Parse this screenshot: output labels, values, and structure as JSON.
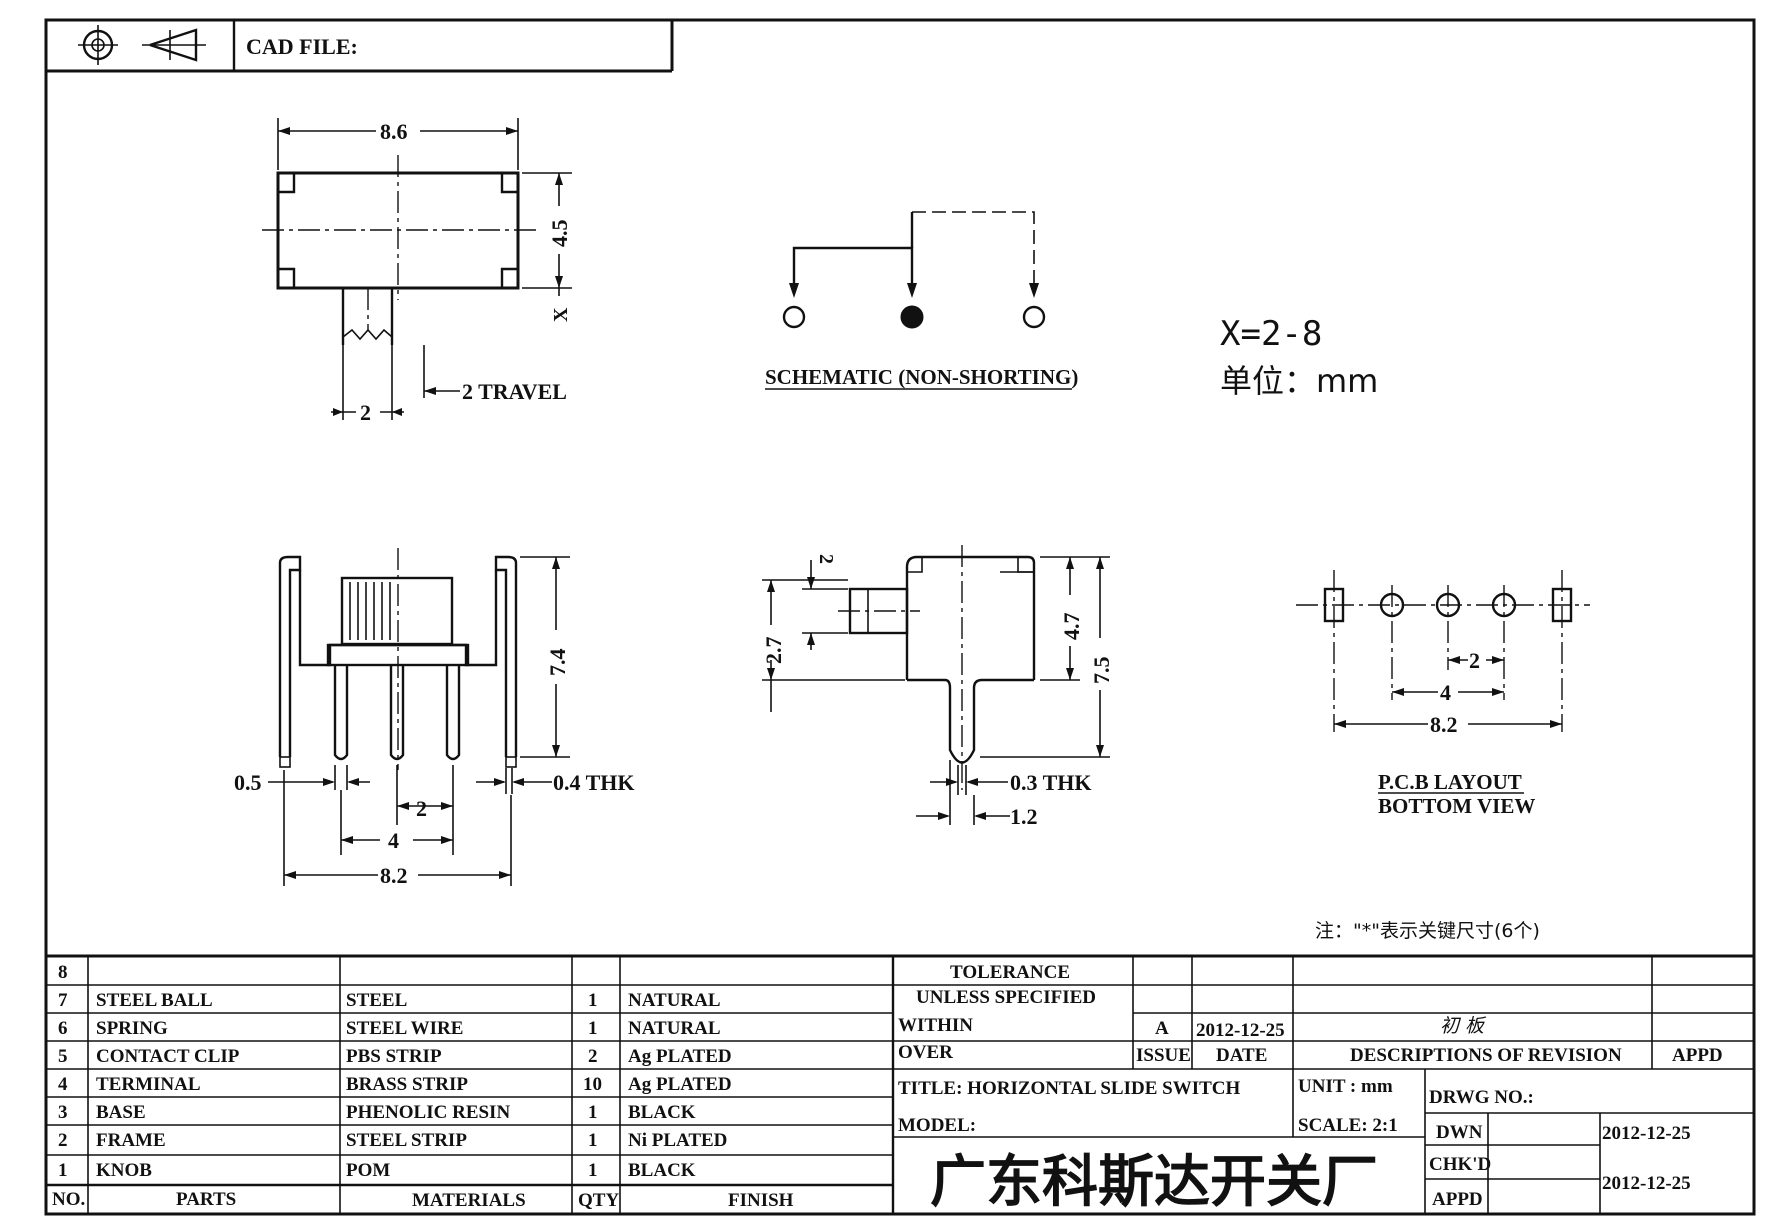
{
  "header": {
    "cad_file_label": "CAD FILE:"
  },
  "icons": {
    "projection_symbol": "crosshair-circle-icon",
    "projection_cone": "cone-projection-icon"
  },
  "top_view": {
    "width": "8.6",
    "height": "4.5",
    "x_label": "X",
    "travel_width": "2",
    "travel_label": "2 TRAVEL"
  },
  "schematic": {
    "caption": "SCHEMATIC (NON-SHORTING)"
  },
  "notes": {
    "x_range": "X=2-8",
    "unit_line": "单位：mm",
    "key_note": "注：\"*\"表示关键尺寸(6个)"
  },
  "front_view": {
    "height": "7.4",
    "terminal_width": "0.5",
    "thk": "0.4 THK",
    "pitch": "2",
    "span_inner": "4",
    "span_outer": "8.2"
  },
  "side_view": {
    "knob_height": "2",
    "knob_offset": "2.7",
    "body_height": "4.7",
    "total_height": "7.5",
    "thk": "0.3 THK",
    "pin_width": "1.2"
  },
  "pcb_layout": {
    "pitch": "2",
    "span_inner": "4",
    "span_outer": "8.2",
    "caption_line1": "P.C.B LAYOUT",
    "caption_line2": "BOTTOM VIEW"
  },
  "bom": {
    "rows": [
      {
        "no": "8",
        "part": "",
        "material": "",
        "qty": "",
        "finish": ""
      },
      {
        "no": "7",
        "part": "STEEL BALL",
        "material": "STEEL",
        "qty": "1",
        "finish": "NATURAL"
      },
      {
        "no": "6",
        "part": "SPRING",
        "material": "STEEL WIRE",
        "qty": "1",
        "finish": "NATURAL"
      },
      {
        "no": "5",
        "part": "CONTACT CLIP",
        "material": "PBS STRIP",
        "qty": "2",
        "finish": "Ag PLATED"
      },
      {
        "no": "4",
        "part": "TERMINAL",
        "material": "BRASS STRIP",
        "qty": "10",
        "finish": "Ag PLATED"
      },
      {
        "no": "3",
        "part": "BASE",
        "material": "PHENOLIC RESIN",
        "qty": "1",
        "finish": "BLACK"
      },
      {
        "no": "2",
        "part": "FRAME",
        "material": "STEEL STRIP",
        "qty": "1",
        "finish": "Ni PLATED"
      },
      {
        "no": "1",
        "part": "KNOB",
        "material": "POM",
        "qty": "1",
        "finish": "BLACK"
      }
    ],
    "headers": {
      "no": "NO.",
      "part": "PARTS",
      "material": "MATERIALS",
      "qty": "QTY",
      "finish": "FINISH"
    }
  },
  "title_block": {
    "tolerance_1": "TOLERANCE",
    "tolerance_2": "UNLESS  SPECIFIED",
    "within": "WITHIN",
    "over": "OVER",
    "issue_value": "A",
    "date_value": "2012-12-25",
    "revision_desc": "初 板",
    "issue_label": "ISSUE",
    "date_label": "DATE",
    "descriptions_label": "DESCRIPTIONS OF REVISION",
    "appd_label": "APPD",
    "title": "TITLE: HORIZONTAL SLIDE SWITCH",
    "unit": "UNIT : mm",
    "drwg_no": "DRWG NO.:",
    "model": "MODEL:",
    "scale": "SCALE: 2:1",
    "company": "广东科斯达开关厂",
    "dwn_label": "DWN",
    "dwn_date": "2012-12-25",
    "chkd_label": "CHK'D",
    "chk_date": "2012-12-25",
    "appd_row_label": "APPD"
  }
}
